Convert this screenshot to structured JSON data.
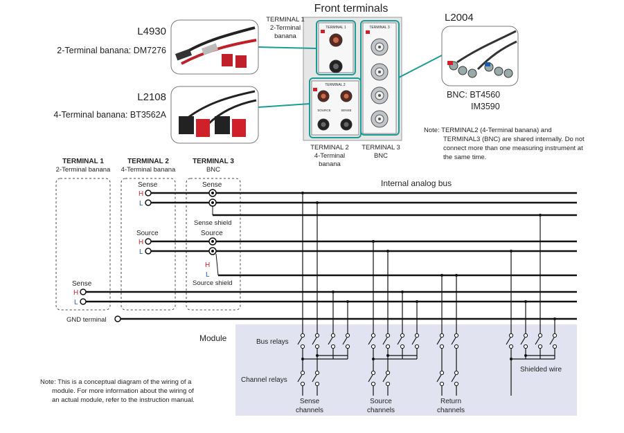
{
  "front_terminals": {
    "title": "Front terminals",
    "terminal1_caption": [
      "TERMINAL 1",
      "2-Terminal",
      "banana"
    ],
    "terminal2_caption": [
      "TERMINAL 2",
      "4-Terminal",
      "banana"
    ],
    "terminal3_caption": [
      "TERMINAL 3",
      "BNC"
    ],
    "panel_labels": {
      "t1": "TERMINAL 1",
      "t2": "TERMINAL 2",
      "t3": "TERMINAL 3",
      "source": "SOURCE",
      "sense": "SENSE"
    }
  },
  "cables": {
    "l4930": {
      "model": "L4930",
      "desc": "2-Terminal banana: DM7276"
    },
    "l2108": {
      "model": "L2108",
      "desc": "4-Terminal banana: BT3562A"
    },
    "l2004": {
      "model": "L2004",
      "desc_line1": "BNC: BT4560",
      "desc_line2": "IM3590"
    }
  },
  "note_top": [
    "Note: TERMINAL2 (4-Terminal banana) and",
    "TERMINAL3 (BNC) are shared internally. Do not",
    "connect more than one measuring instrument at",
    "the same time."
  ],
  "wiring": {
    "t1_header": "TERMINAL 1",
    "t1_sub": "2-Terminal banana",
    "t2_header": "TERMINAL 2",
    "t2_sub": "4-Terminal banana",
    "t3_header": "TERMINAL 3",
    "t3_sub": "BNC",
    "bus_label": "Internal analog bus",
    "sense": "Sense",
    "source": "Source",
    "h": "H",
    "l": "L",
    "sense_shield": "Sense shield",
    "source_shield": "Source shield",
    "gnd": "GND terminal",
    "module": "Module",
    "bus_relays": "Bus relays",
    "channel_relays": "Channel relays",
    "shielded_wire": "Shielded wire",
    "sense_channels": [
      "Sense",
      "channels"
    ],
    "source_channels": [
      "Source",
      "channels"
    ],
    "return_channels": [
      "Return",
      "channels"
    ]
  },
  "note_bottom": [
    "Note: This is a conceptual diagram of the wiring of a",
    "module. For more information about the wiring of",
    "an actual module, refer to the instruction manual."
  ],
  "colors": {
    "accent_teal": "#1a9c95",
    "module_bg": "#e1e4f0",
    "high": "#d0202a",
    "low": "#1f5aa8"
  }
}
